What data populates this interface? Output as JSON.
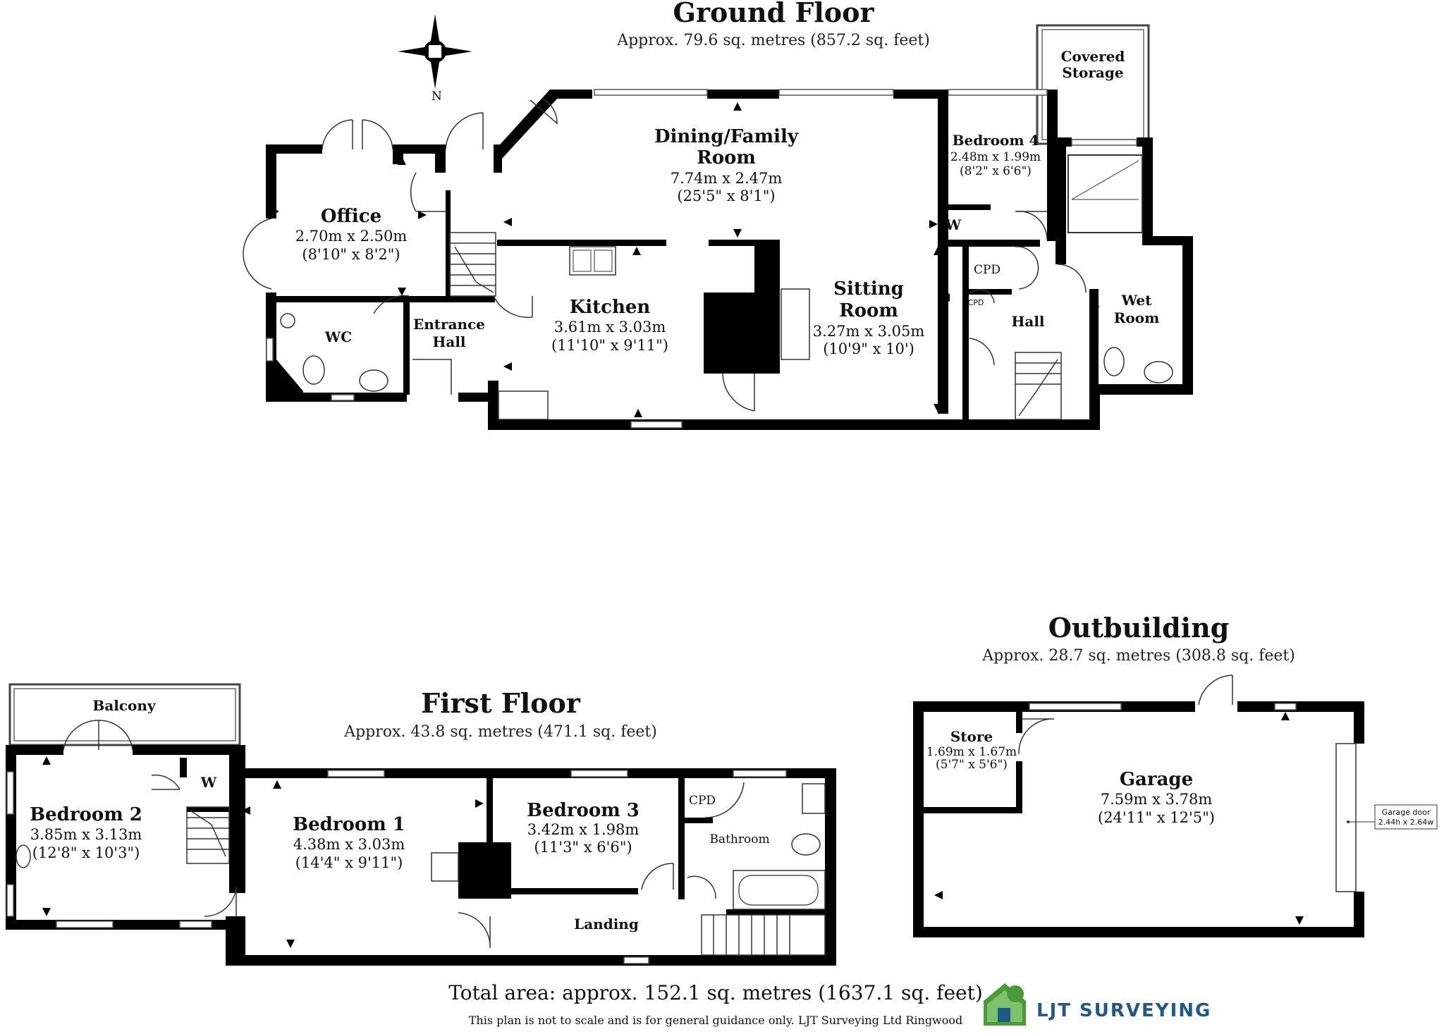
{
  "ground_floor": {
    "title": "Ground Floor",
    "area": "Approx. 79.6 sq. metres (857.2 sq. feet)",
    "compass_label": "N",
    "rooms": {
      "office": {
        "name": "Office",
        "metric": "2.70m x 2.50m",
        "imperial": "(8'10\" x 8'2\")"
      },
      "dining": {
        "name_line1": "Dining/Family",
        "name_line2": "Room",
        "metric": "7.74m x 2.47m",
        "imperial": "(25'5\" x 8'1\")"
      },
      "bedroom4": {
        "name": "Bedroom 4",
        "metric": "2.48m x 1.99m",
        "imperial": "(8'2\" x 6'6\")"
      },
      "covered_storage": {
        "name_line1": "Covered",
        "name_line2": "Storage"
      },
      "wc": {
        "name": "WC"
      },
      "entrance_hall": {
        "name_line1": "Entrance",
        "name_line2": "Hall"
      },
      "kitchen": {
        "name": "Kitchen",
        "metric": "3.61m x 3.03m",
        "imperial": "(11'10\" x 9'11\")"
      },
      "sitting": {
        "name_line1": "Sitting",
        "name_line2": "Room",
        "metric": "3.27m x 3.05m",
        "imperial": "(10'9\" x 10')"
      },
      "hall": {
        "name": "Hall"
      },
      "wet_room": {
        "name_line1": "Wet",
        "name_line2": "Room"
      },
      "cpd1": {
        "name": "CPD"
      },
      "cpd2": {
        "name": "CPD"
      },
      "w": {
        "name": "W"
      }
    }
  },
  "first_floor": {
    "title": "First Floor",
    "area": "Approx. 43.8 sq. metres (471.1 sq. feet)",
    "rooms": {
      "balcony": {
        "name": "Balcony"
      },
      "bedroom2": {
        "name": "Bedroom 2",
        "metric": "3.85m x 3.13m",
        "imperial": "(12'8\" x 10'3\")"
      },
      "w": {
        "name": "W"
      },
      "bedroom1": {
        "name": "Bedroom 1",
        "metric": "4.38m x 3.03m",
        "imperial": "(14'4\" x 9'11\")"
      },
      "bedroom3": {
        "name": "Bedroom 3",
        "metric": "3.42m x 1.98m",
        "imperial": "(11'3\" x 6'6\")"
      },
      "cpd": {
        "name": "CPD"
      },
      "bathroom": {
        "name": "Bathroom"
      },
      "landing": {
        "name": "Landing"
      }
    }
  },
  "outbuilding": {
    "title": "Outbuilding",
    "area": "Approx. 28.7 sq. metres (308.8 sq. feet)",
    "rooms": {
      "store": {
        "name": "Store",
        "metric": "1.69m x 1.67m",
        "imperial": "(5'7\" x 5'6\")"
      },
      "garage": {
        "name": "Garage",
        "metric": "7.59m x 3.78m",
        "imperial": "(24'11\" x 12'5\")"
      },
      "garage_door": {
        "line1": "Garage door",
        "line2": "2.44h x 2.64w"
      }
    }
  },
  "footer": {
    "total_area": "Total area: approx. 152.1 sq. metres (1637.1 sq. feet)",
    "disclaimer": "This plan is not to scale and is for general guidance only. LJT Surveying Ltd Ringwood",
    "brand": "LJT SURVEYING"
  },
  "colors": {
    "wall": "#000000",
    "brand_blue": "#1d5a8a",
    "brand_green": "#4a9a3a"
  }
}
